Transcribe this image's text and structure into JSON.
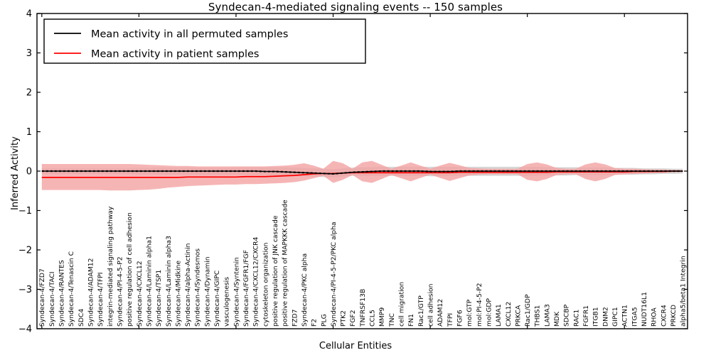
{
  "chart_data": {
    "type": "line",
    "title": "Syndecan-4-mediated signaling events -- 150 samples",
    "xlabel": "Cellular Entities",
    "ylabel": "Inferred Activity",
    "ylim": [
      -4,
      4
    ],
    "yticks": [
      4,
      3,
      2,
      1,
      0,
      -1,
      -2,
      -3,
      -4
    ],
    "ytick_labels": [
      "4",
      "3",
      "2",
      "1",
      "0",
      "−1",
      "−2",
      "−3",
      "−4"
    ],
    "grid": false,
    "legend_position": "upper left",
    "legend": [
      {
        "name": "Mean activity in all permuted samples",
        "color": "#000000",
        "style": "solid"
      },
      {
        "name": "Mean activity in patient samples",
        "color": "#ff0000",
        "style": "solid"
      }
    ],
    "colors": {
      "permuted_line": "#000000",
      "patient_line": "#ff0000",
      "permuted_band": "#c8c8c8",
      "patient_band": "#f4a3a3",
      "axis": "#000000",
      "background": "#ffffff"
    },
    "categories": [
      "Syndecan-4/FZD7",
      "Syndecan-4/TACI",
      "Syndecan-4/RANTES",
      "Syndecan-4/Tenascin C",
      "SDC4",
      "Syndecan-4/ADAM12",
      "Syndecan-4/TFPI",
      "integrin-mediated signaling pathway",
      "Syndecan-4/PI-4-5-P2",
      "positive regulation of cell adhesion",
      "Syndecan-4/CXCL12",
      "Syndecan-4/Laminin alpha1",
      "Syndecan-4/TSP1",
      "Syndecan-4/Laminin alpha3",
      "Syndecan-4/Midkine",
      "Syndecan-4/alpha-Actinin",
      "Syndecan-4/Syndesmos",
      "Syndecan-4/Dynamin",
      "Syndecan-4/GIPC",
      "vasculogenesis",
      "Syndecan-4/Syntenin",
      "Syndecan-4/FGFR1/FGF",
      "Syndecan-4/CXCL12/CXCR4",
      "cytoskeleton organization",
      "positive regulation of JNK cascade",
      "positive regulation of MAPKKK cascade",
      "FZD7",
      "Syndecan-4/PKC alpha",
      "F2",
      "PLG",
      "Syndecan-4/PI-4-5-P2/PKC alpha",
      "PTK2",
      "FGF2",
      "TNFRSF13B",
      "CCL5",
      "MMP9",
      "TNC",
      "cell migration",
      "FN1",
      "Rac1/GTP",
      "cell adhesion",
      "ADAM12",
      "TFPI",
      "FGF6",
      "mol:GTP",
      "mol:PI-4-5-P2",
      "mol:GDP",
      "LAMA1",
      "CXCL12",
      "PRKCA",
      "Rac1/GDP",
      "THBS1",
      "LAMA3",
      "MDK",
      "SDCBP",
      "RAC1",
      "FGFR1",
      "ITGB1",
      "DNM2",
      "GIPC1",
      "ACTN1",
      "ITGA5",
      "NUDT16L1",
      "RHOA",
      "CXCR4",
      "PRKCD",
      "alpha5/beta1 Integrin"
    ],
    "series": [
      {
        "name": "Mean activity in all permuted samples",
        "color": "#000000",
        "values": [
          0.0,
          0.0,
          0.0,
          0.0,
          0.0,
          0.0,
          0.0,
          0.0,
          0.0,
          0.0,
          0.0,
          0.0,
          0.0,
          0.0,
          0.0,
          0.0,
          0.0,
          0.0,
          0.0,
          0.0,
          0.0,
          0.0,
          0.0,
          -0.01,
          -0.01,
          -0.02,
          -0.03,
          -0.04,
          -0.05,
          -0.06,
          -0.07,
          -0.05,
          -0.03,
          -0.02,
          -0.01,
          0.0,
          0.0,
          0.0,
          0.0,
          0.0,
          -0.01,
          -0.01,
          -0.01,
          0.0,
          0.0,
          0.0,
          0.0,
          0.0,
          0.0,
          0.0,
          0.0,
          0.0,
          0.0,
          0.0,
          0.0,
          0.0,
          0.0,
          0.0,
          0.0,
          0.0,
          0.0,
          0.0,
          0.0,
          0.0,
          0.0,
          0.0,
          0.0
        ],
        "band_lower": [
          -0.07,
          -0.07,
          -0.07,
          -0.07,
          -0.07,
          -0.07,
          -0.07,
          -0.07,
          -0.07,
          -0.07,
          -0.08,
          -0.08,
          -0.09,
          -0.09,
          -0.09,
          -0.09,
          -0.09,
          -0.09,
          -0.09,
          -0.09,
          -0.09,
          -0.1,
          -0.1,
          -0.1,
          -0.11,
          -0.12,
          -0.12,
          -0.13,
          -0.14,
          -0.15,
          -0.16,
          -0.14,
          -0.12,
          -0.12,
          -0.12,
          -0.12,
          -0.12,
          -0.12,
          -0.12,
          -0.12,
          -0.13,
          -0.13,
          -0.12,
          -0.12,
          -0.12,
          -0.12,
          -0.12,
          -0.12,
          -0.12,
          -0.12,
          -0.12,
          -0.12,
          -0.11,
          -0.11,
          -0.11,
          -0.1,
          -0.1,
          -0.1,
          -0.1,
          -0.09,
          -0.09,
          -0.09,
          -0.08,
          -0.08,
          -0.07,
          -0.07,
          -0.06
        ],
        "band_upper": [
          0.07,
          0.07,
          0.07,
          0.07,
          0.07,
          0.07,
          0.07,
          0.07,
          0.07,
          0.07,
          0.08,
          0.08,
          0.09,
          0.09,
          0.09,
          0.09,
          0.09,
          0.09,
          0.09,
          0.09,
          0.09,
          0.1,
          0.1,
          0.1,
          0.1,
          0.1,
          0.09,
          0.08,
          0.07,
          0.06,
          0.05,
          0.07,
          0.09,
          0.1,
          0.1,
          0.11,
          0.11,
          0.11,
          0.11,
          0.11,
          0.11,
          0.11,
          0.11,
          0.11,
          0.11,
          0.11,
          0.11,
          0.11,
          0.11,
          0.11,
          0.11,
          0.11,
          0.1,
          0.1,
          0.1,
          0.1,
          0.09,
          0.09,
          0.09,
          0.08,
          0.08,
          0.08,
          0.07,
          0.07,
          0.07,
          0.06,
          0.06
        ]
      },
      {
        "name": "Mean activity in patient samples",
        "color": "#ff0000",
        "values": [
          -0.16,
          -0.16,
          -0.16,
          -0.16,
          -0.16,
          -0.16,
          -0.16,
          -0.16,
          -0.16,
          -0.16,
          -0.16,
          -0.16,
          -0.16,
          -0.16,
          -0.16,
          -0.15,
          -0.15,
          -0.15,
          -0.15,
          -0.15,
          -0.15,
          -0.14,
          -0.14,
          -0.14,
          -0.13,
          -0.12,
          -0.11,
          -0.09,
          -0.07,
          -0.06,
          -0.06,
          -0.05,
          -0.04,
          -0.04,
          -0.04,
          -0.04,
          -0.04,
          -0.04,
          -0.04,
          -0.04,
          -0.04,
          -0.04,
          -0.04,
          -0.03,
          -0.03,
          -0.03,
          -0.03,
          -0.03,
          -0.03,
          -0.03,
          -0.03,
          -0.03,
          -0.03,
          -0.02,
          -0.02,
          -0.02,
          -0.02,
          -0.02,
          -0.02,
          -0.02,
          -0.02,
          -0.01,
          -0.01,
          -0.01,
          -0.01,
          0.0,
          0.0
        ],
        "band_lower": [
          -0.48,
          -0.48,
          -0.48,
          -0.48,
          -0.48,
          -0.48,
          -0.48,
          -0.49,
          -0.49,
          -0.49,
          -0.48,
          -0.47,
          -0.45,
          -0.42,
          -0.4,
          -0.38,
          -0.37,
          -0.36,
          -0.35,
          -0.34,
          -0.34,
          -0.33,
          -0.33,
          -0.32,
          -0.31,
          -0.3,
          -0.28,
          -0.24,
          -0.18,
          -0.12,
          -0.3,
          -0.22,
          -0.1,
          -0.26,
          -0.3,
          -0.2,
          -0.1,
          -0.18,
          -0.26,
          -0.17,
          -0.09,
          -0.17,
          -0.25,
          -0.18,
          -0.11,
          -0.09,
          -0.08,
          -0.08,
          -0.08,
          -0.08,
          -0.22,
          -0.26,
          -0.2,
          -0.1,
          -0.08,
          -0.08,
          -0.2,
          -0.26,
          -0.2,
          -0.1,
          -0.08,
          -0.07,
          -0.06,
          -0.05,
          -0.04,
          -0.03,
          -0.02
        ],
        "band_upper": [
          0.18,
          0.18,
          0.18,
          0.18,
          0.18,
          0.18,
          0.18,
          0.18,
          0.18,
          0.18,
          0.17,
          0.16,
          0.15,
          0.14,
          0.13,
          0.13,
          0.12,
          0.12,
          0.12,
          0.12,
          0.12,
          0.12,
          0.12,
          0.12,
          0.13,
          0.14,
          0.16,
          0.2,
          0.14,
          0.06,
          0.26,
          0.2,
          0.06,
          0.22,
          0.26,
          0.16,
          0.06,
          0.14,
          0.22,
          0.14,
          0.06,
          0.14,
          0.21,
          0.15,
          0.08,
          0.07,
          0.06,
          0.06,
          0.06,
          0.06,
          0.18,
          0.22,
          0.17,
          0.08,
          0.06,
          0.06,
          0.17,
          0.22,
          0.17,
          0.08,
          0.06,
          0.06,
          0.05,
          0.04,
          0.04,
          0.03,
          0.02
        ]
      }
    ]
  }
}
